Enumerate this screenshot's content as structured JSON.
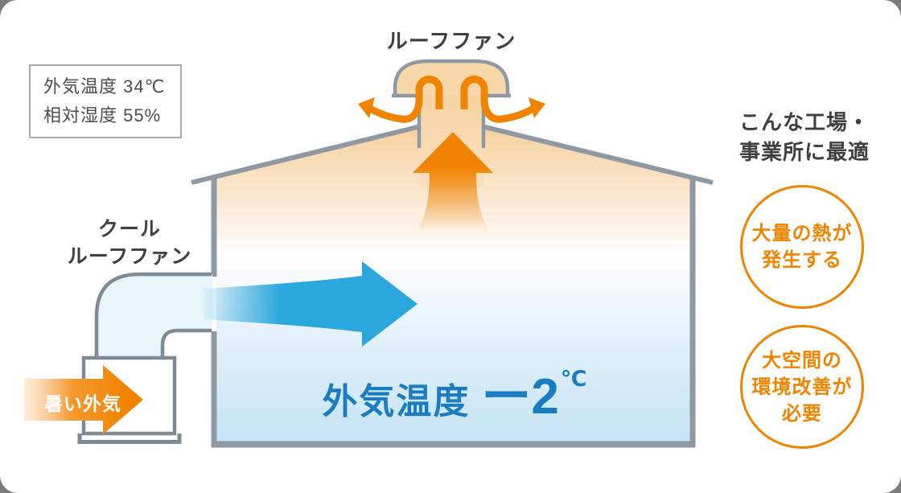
{
  "colors": {
    "orange": "#F08300",
    "peach_fill": "#F8D8A9",
    "sky_blue": "#2AA7DC",
    "deep_blue_text": "#1B7CC2",
    "structure_gray": "#8F99A3",
    "duct_gray": "#7E8A94",
    "text_dark": "#3F3F3F",
    "white": "#FFFFFF"
  },
  "outside_conditions_box": {
    "temperature_line": "外気温度 34℃",
    "humidity_line": "相対湿度 55%"
  },
  "diagram_labels": {
    "roof_fan": "ルーフファン",
    "cool_roof_fan_line1": "クール",
    "cool_roof_fan_line2": "ルーフファン",
    "hot_outside_air": "暑い外気",
    "inside_temperature_prefix": "外気温度",
    "inside_temperature_value": "ー2",
    "inside_temperature_unit": "℃"
  },
  "suitability_panel": {
    "heading_line1": "こんな工場・",
    "heading_line2": "事業所に最適",
    "badge1_line1": "大量の熱が",
    "badge1_line2": "発生する",
    "badge2_line1": "大空間の",
    "badge2_line2": "環境改善が",
    "badge2_line3": "必要"
  }
}
